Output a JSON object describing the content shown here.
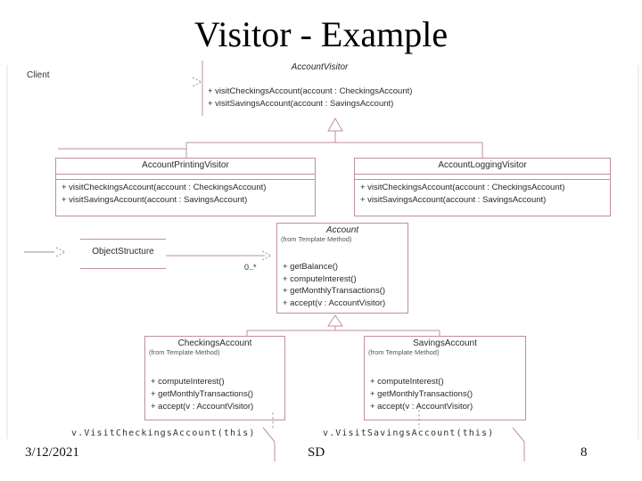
{
  "slide": {
    "title": "Visitor - Example",
    "footer": {
      "date": "3/12/2021",
      "author": "SD",
      "page": "8"
    }
  },
  "colors": {
    "line": "#c08f9e",
    "arrow": "#9a8f96",
    "text": "#2a2a2a"
  },
  "diagram": {
    "client_label": "Client",
    "multiplicity": "0..*",
    "object_structure": {
      "name": "ObjectStructure"
    },
    "classes": {
      "account_visitor": {
        "name": "AccountVisitor",
        "methods": [
          "+ visitCheckingsAccount(account : CheckingsAccount)",
          "+ visitSavingsAccount(account : SavingsAccount)"
        ]
      },
      "printing_visitor": {
        "name": "AccountPrintingVisitor",
        "methods": [
          "+ visitCheckingsAccount(account : CheckingsAccount)",
          "+ visitSavingsAccount(account : SavingsAccount)"
        ]
      },
      "logging_visitor": {
        "name": "AccountLoggingVisitor",
        "methods": [
          "+ visitCheckingsAccount(account : CheckingsAccount)",
          "+ visitSavingsAccount(account : SavingsAccount)"
        ]
      },
      "account": {
        "name": "Account",
        "from": "(from Template Method)",
        "methods": [
          "+ getBalance()",
          "+ computeInterest()",
          "+ getMonthlyTransactions()",
          "+ accept(v : AccountVisitor)"
        ]
      },
      "checkings_account": {
        "name": "CheckingsAccount",
        "from": "(from Template Method)",
        "methods": [
          "+ computeInterest()",
          "+ getMonthlyTransactions()",
          "+ accept(v : AccountVisitor)"
        ]
      },
      "savings_account": {
        "name": "SavingsAccount",
        "from": "(from Template Method)",
        "methods": [
          "+ computeInterest()",
          "+ getMonthlyTransactions()",
          "+ accept(v : AccountVisitor)"
        ]
      }
    },
    "notes": {
      "checkings_call": "v.VisitCheckingsAccount(this)",
      "savings_call": "v.VisitSavingsAccount(this)"
    }
  }
}
